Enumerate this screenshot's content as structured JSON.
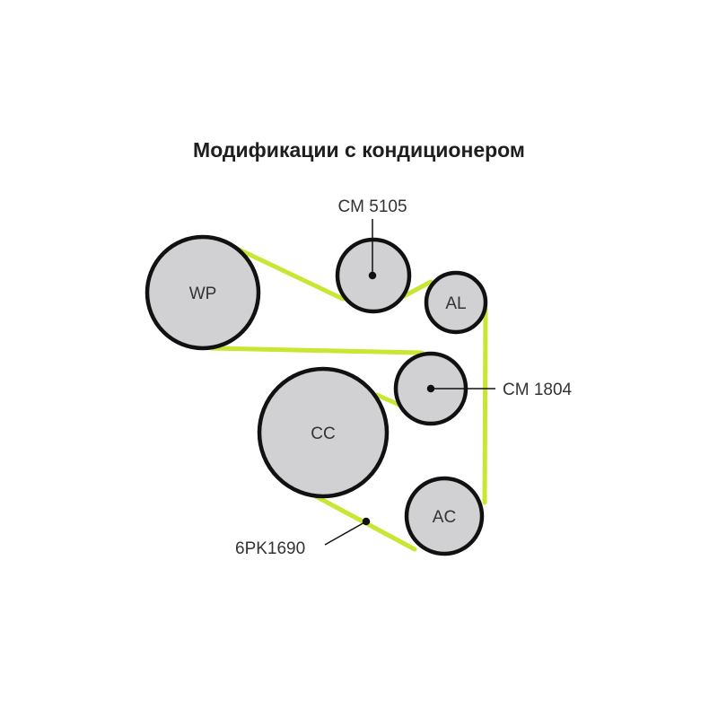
{
  "title": "Модификации с кондиционером",
  "colors": {
    "belt": "#c8e632",
    "pulley_fill": "#d1d1d4",
    "outline": "#111111"
  },
  "pulleys": {
    "wp": "WP",
    "al": "AL",
    "cc": "CC",
    "ac": "AC"
  },
  "callouts": {
    "idler_top": "CM 5105",
    "idler_mid": "CM 1804",
    "belt": "6PK1690"
  }
}
